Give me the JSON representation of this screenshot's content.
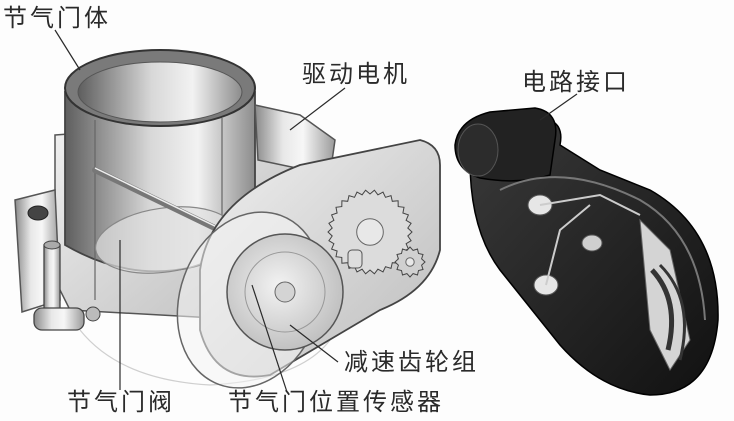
{
  "diagram": {
    "subject": "Electronic throttle body assembly (exploded view)",
    "labels": {
      "throttle_body": "节气门体",
      "drive_motor": "驱动电机",
      "connector": "电路接口",
      "throttle_valve": "节气门阀",
      "reduction_gears": "减速齿轮组",
      "position_sensor": "节气门位置传感器"
    },
    "colors": {
      "ink": "#2a2a2a",
      "metal_light": "#e6e6e6",
      "metal_mid": "#bdbdbd",
      "metal_dark": "#6e6e6e",
      "cover_dark": "#1e1e1e"
    }
  }
}
